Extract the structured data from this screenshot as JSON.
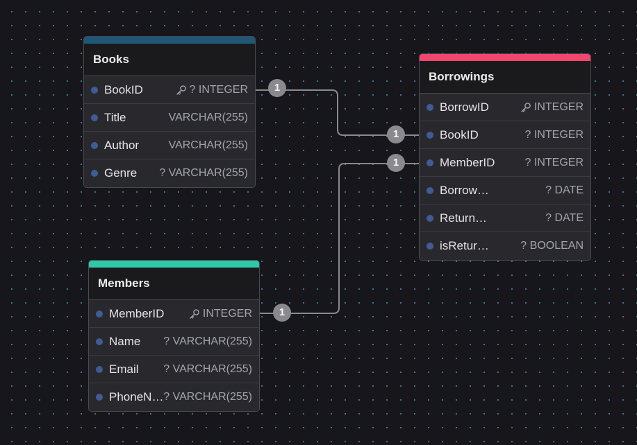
{
  "colors": {
    "books_accent": "#1e5876",
    "members_accent": "#2fc7a6",
    "borrowings_accent": "#f2466f",
    "edge": "#8a8a8e",
    "badge": "#8a8a8e"
  },
  "tables": {
    "books": {
      "name": "Books",
      "fields": [
        {
          "name": "BookID",
          "type": "? INTEGER",
          "key": true
        },
        {
          "name": "Title",
          "type": "VARCHAR(255)",
          "key": false
        },
        {
          "name": "Author",
          "type": "VARCHAR(255)",
          "key": false
        },
        {
          "name": "Genre",
          "type": "? VARCHAR(255)",
          "key": false
        }
      ]
    },
    "members": {
      "name": "Members",
      "fields": [
        {
          "name": "MemberID",
          "type": "INTEGER",
          "key": true
        },
        {
          "name": "Name",
          "type": "? VARCHAR(255)",
          "key": false
        },
        {
          "name": "Email",
          "type": "? VARCHAR(255)",
          "key": false
        },
        {
          "name": "PhoneNumber",
          "type": "? VARCHAR(255)",
          "key": false
        }
      ]
    },
    "borrowings": {
      "name": "Borrowings",
      "fields": [
        {
          "name": "BorrowID",
          "type": "INTEGER",
          "key": true
        },
        {
          "name": "BookID",
          "type": "? INTEGER",
          "key": false
        },
        {
          "name": "MemberID",
          "type": "? INTEGER",
          "key": false
        },
        {
          "name": "BorrowDate",
          "type": "? DATE",
          "key": false
        },
        {
          "name": "ReturnDate",
          "type": "? DATE",
          "key": false
        },
        {
          "name": "isReturned",
          "type": "? BOOLEAN",
          "key": false
        }
      ]
    }
  },
  "relationships": [
    {
      "from_table": "Books",
      "from_field": "BookID",
      "from_card": "1",
      "to_table": "Borrowings",
      "to_field": "BookID",
      "to_card": "1"
    },
    {
      "from_table": "Members",
      "from_field": "MemberID",
      "from_card": "1",
      "to_table": "Borrowings",
      "to_field": "MemberID",
      "to_card": "1"
    }
  ]
}
